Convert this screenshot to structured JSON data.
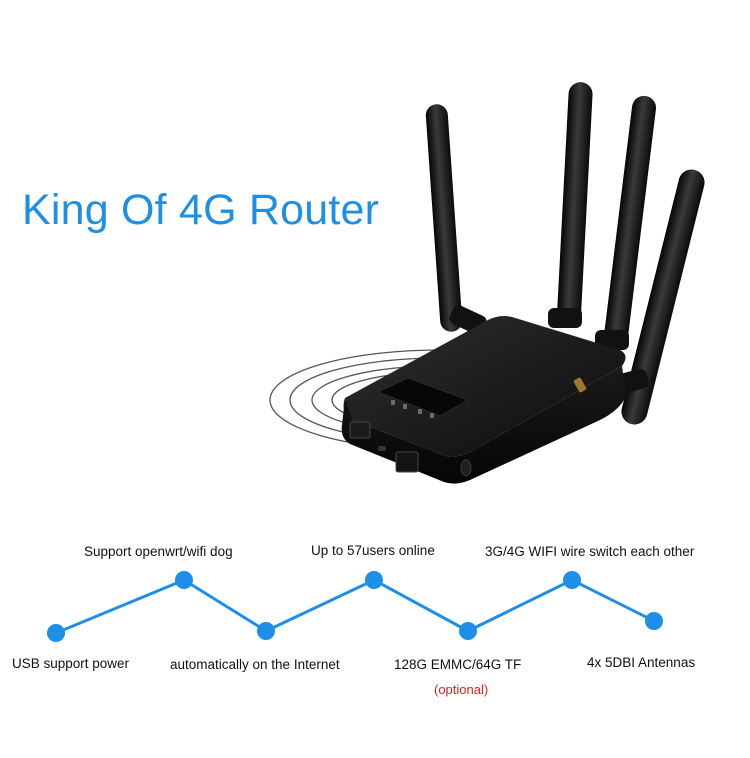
{
  "title": "King Of 4G Router",
  "colors": {
    "accent": "#1e8fe6",
    "optional": "#e0201a",
    "router": "#111111"
  },
  "features": [
    {
      "label": "USB support power",
      "level": "low"
    },
    {
      "label": "Support openwrt/wifi dog",
      "level": "high"
    },
    {
      "label": "automatically on the Internet",
      "level": "low"
    },
    {
      "label": "Up to 57users online",
      "level": "high"
    },
    {
      "label": "128G EMMC/64G TF",
      "level": "low",
      "note": "(optional)"
    },
    {
      "label": "3G/4G WIFI wire switch each other",
      "level": "high"
    },
    {
      "label": "4x 5DBI Antennas",
      "level": "low"
    }
  ]
}
